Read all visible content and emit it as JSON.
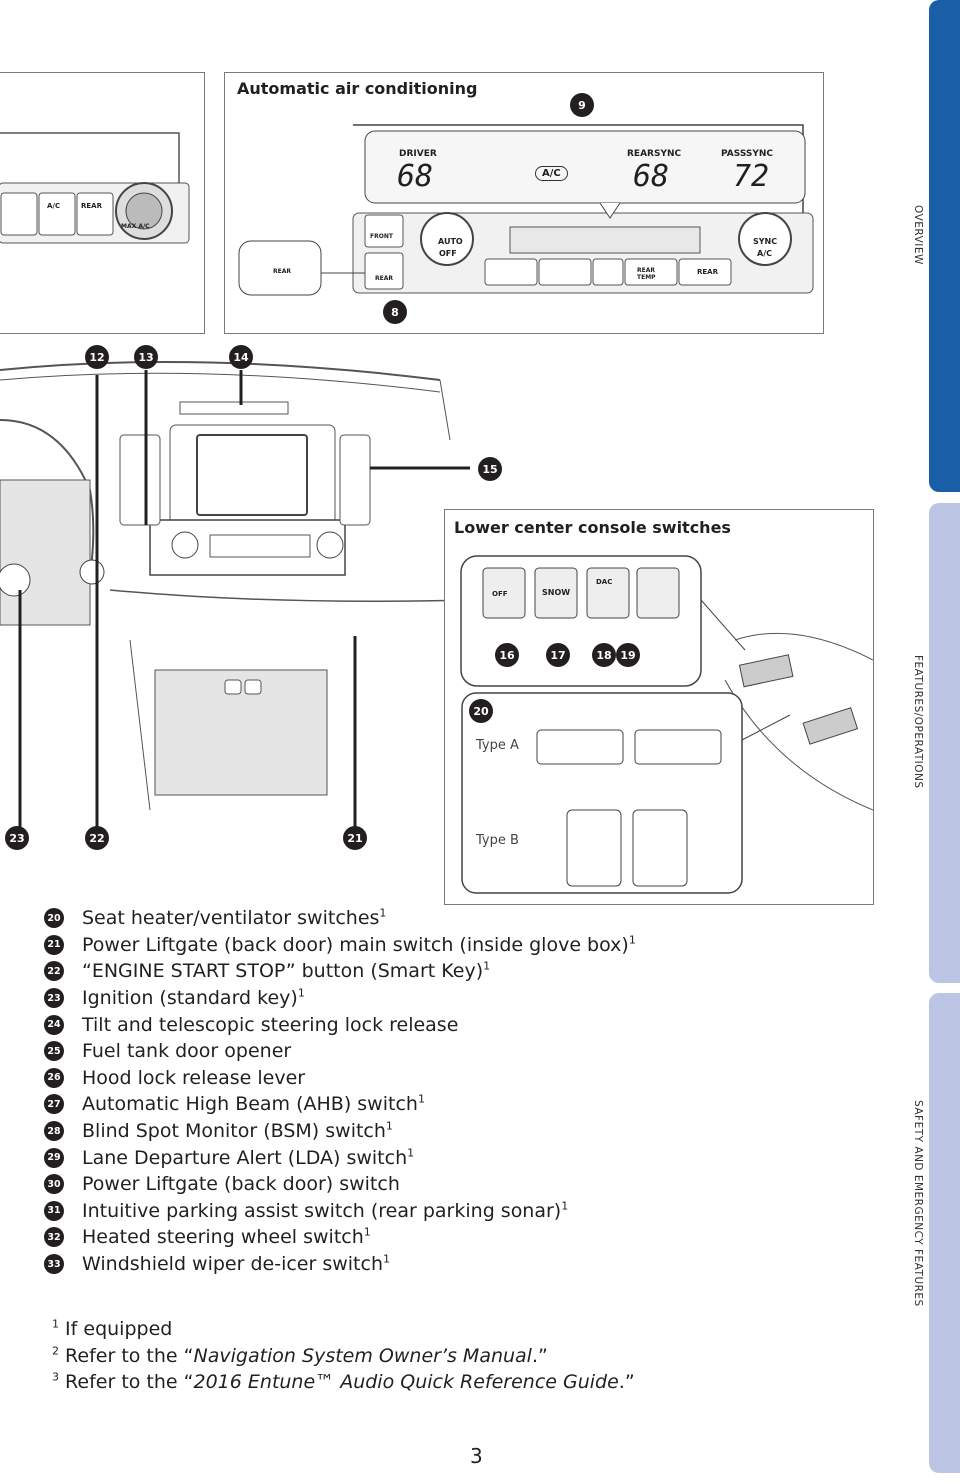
{
  "side_tabs": {
    "overview": "OVERVIEW",
    "features": "FEATURES/OPERATIONS",
    "safety": "SAFETY AND EMERGENCY FEATURES"
  },
  "panels": {
    "auto_ac_title": "Automatic air conditioning",
    "lower_console_title": "Lower center console switches",
    "type_a": "Type A",
    "type_b": "Type B"
  },
  "ac_display": {
    "driver": "DRIVER",
    "driver_temp": "68",
    "rear_sync": "REARSYNC",
    "rear_temp": "68",
    "pass_sync": "PASSSYNC",
    "pass_temp": "72",
    "ac": "A/C",
    "auto": "AUTO",
    "off": "OFF",
    "sync": "SYNC",
    "sync_ac": "A/C",
    "front": "FRONT",
    "rear": "REAR",
    "rear_temp_btn": "REAR TEMP",
    "rear_btn": "REAR",
    "left_ac": "A/C",
    "left_rear": "REAR",
    "max_ac": "MAX A/C"
  },
  "console_buttons": [
    "OFF",
    "SNOW",
    "DAC",
    ""
  ],
  "callouts": {
    "c8": "8",
    "c9": "9",
    "c12": "12",
    "c13": "13",
    "c14": "14",
    "c15": "15",
    "c16": "16",
    "c17": "17",
    "c18": "18",
    "c19": "19",
    "c20": "20",
    "c21": "21",
    "c22": "22",
    "c23": "23"
  },
  "legend": [
    {
      "num": "20",
      "text": "Seat heater/ventilator switches",
      "sup": "1"
    },
    {
      "num": "21",
      "text": "Power Liftgate (back door) main switch (inside glove box)",
      "sup": "1"
    },
    {
      "num": "22",
      "text": "“ENGINE START STOP” button (Smart Key)",
      "sup": "1"
    },
    {
      "num": "23",
      "text": "Ignition (standard key)",
      "sup": "1"
    },
    {
      "num": "24",
      "text": "Tilt and telescopic steering lock release",
      "sup": ""
    },
    {
      "num": "25",
      "text": "Fuel tank door opener",
      "sup": ""
    },
    {
      "num": "26",
      "text": "Hood lock release lever",
      "sup": ""
    },
    {
      "num": "27",
      "text": "Automatic High Beam (AHB) switch",
      "sup": "1"
    },
    {
      "num": "28",
      "text": "Blind Spot Monitor (BSM) switch",
      "sup": "1"
    },
    {
      "num": "29",
      "text": "Lane Departure Alert (LDA) switch",
      "sup": "1"
    },
    {
      "num": "30",
      "text": "Power Liftgate (back door) switch",
      "sup": ""
    },
    {
      "num": "31",
      "text": "Intuitive parking assist switch (rear parking sonar)",
      "sup": "1"
    },
    {
      "num": "32",
      "text": "Heated steering wheel switch",
      "sup": "1"
    },
    {
      "num": "33",
      "text": "Windshield wiper de-icer switch",
      "sup": "1"
    }
  ],
  "footnotes": {
    "f1_sup": "1",
    "f1": "If equipped",
    "f2_sup": "2",
    "f2_pre": "Refer to the “",
    "f2_it": "Navigation System Owner’s Manual",
    "f2_post": ".”",
    "f3_sup": "3",
    "f3_pre": "Refer to the “",
    "f3_it": "2016 Entune™ Audio Quick Reference Guide",
    "f3_post": ".”"
  },
  "page_number": "3"
}
